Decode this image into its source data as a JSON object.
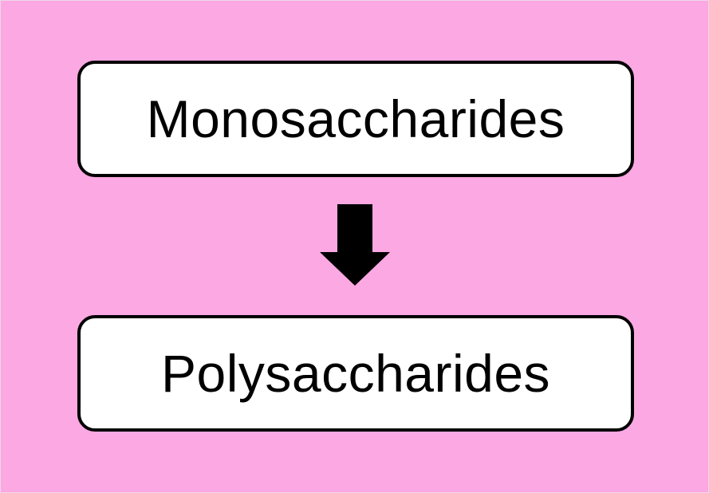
{
  "diagram": {
    "background_color": "#fba8e3",
    "nodes": [
      {
        "id": "top",
        "label": "Monosaccharides"
      },
      {
        "id": "bottom",
        "label": "Polysaccharides"
      }
    ],
    "edges": [
      {
        "from": "top",
        "to": "bottom",
        "style": "block-arrow-down",
        "color": "#000000"
      }
    ]
  }
}
